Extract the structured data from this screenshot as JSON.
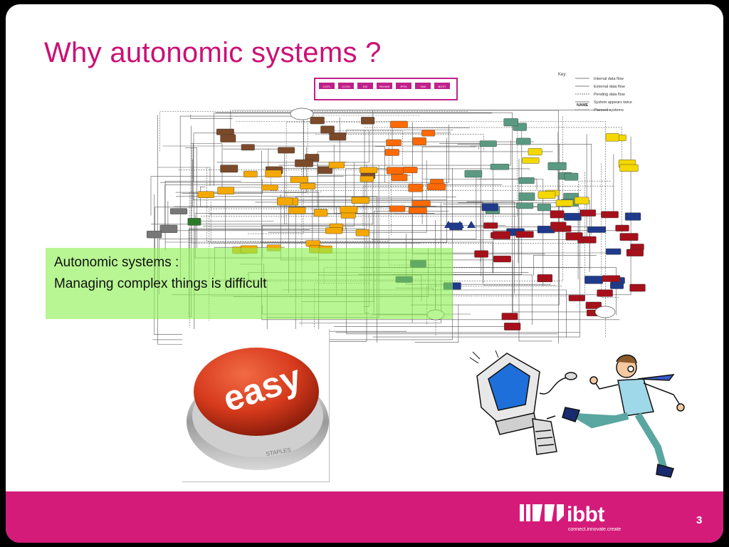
{
  "slide": {
    "title": "Why autonomic systems ?",
    "callout": {
      "line1": "Autonomic systems :",
      "line2": "Managing complex things is difficult"
    },
    "button_text": "easy",
    "button_brand": "STAPLES",
    "page_number": "3"
  },
  "legend": {
    "title": "Key:",
    "items": [
      "Internal data flow",
      "External data flow",
      "Pending data flow",
      "System appears twice",
      "Planned systems"
    ],
    "name_label": "NAME"
  },
  "top_box_labels": [
    "CCPL",
    "CCSH",
    "DSI",
    "PAYMIS",
    "IPSS",
    "TAM",
    "BOST"
  ],
  "footer": {
    "logo_text": "ibbt",
    "tagline": "connect.innovate.create"
  },
  "colors": {
    "title": "#cc0f75",
    "footer": "#d41b7a",
    "callout": "#8cf050",
    "button": "#d63a1c"
  }
}
